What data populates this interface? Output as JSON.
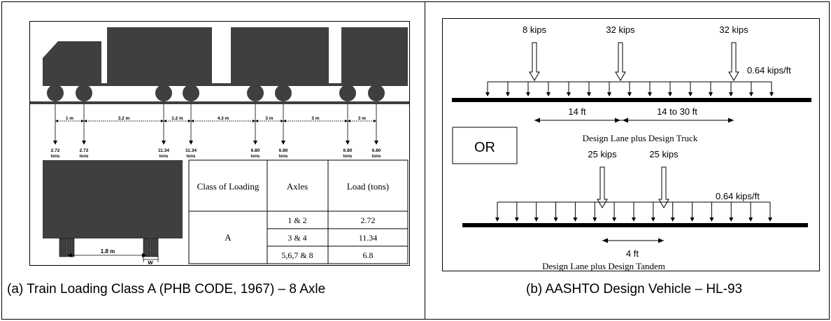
{
  "left_panel": {
    "caption": "(a) Train Loading Class A (PHB CODE, 1967) – 8 Axle",
    "spacings": [
      "1 m",
      "3.2 m",
      "1.2 m",
      "4.3 m",
      "3 m",
      "3 m",
      "3 m"
    ],
    "axle_loads": [
      "2.72",
      "2.72",
      "11.34",
      "11.34",
      "6.80",
      "6.80",
      "6.80",
      "6.80"
    ],
    "load_unit": "tons",
    "track_width_label": "1.8 m",
    "wheel_width_label": "w",
    "table": {
      "headers": [
        "Class of Loading",
        "Axles",
        "Load (tons)"
      ],
      "class": "A",
      "rows": [
        {
          "axles": "1 & 2",
          "load": "2.72"
        },
        {
          "axles": "3 & 4",
          "load": "11.34"
        },
        {
          "axles": "5,6,7 & 8",
          "load": "6.8"
        }
      ]
    }
  },
  "right_panel": {
    "caption": "(b) AASHTO Design Vehicle – HL-93",
    "truck": {
      "loads": [
        "8 kips",
        "32 kips",
        "32 kips"
      ],
      "lane_load": "0.64 kips/ft",
      "spacing1": "14 ft",
      "spacing2": "14 to 30 ft",
      "title": "Design Lane plus Design Truck"
    },
    "or_label": "OR",
    "tandem": {
      "loads": [
        "25 kips",
        "25 kips"
      ],
      "lane_load": "0.64 kips/ft",
      "spacing": "4 ft",
      "title": "Design Lane plus Design Tandem"
    }
  }
}
